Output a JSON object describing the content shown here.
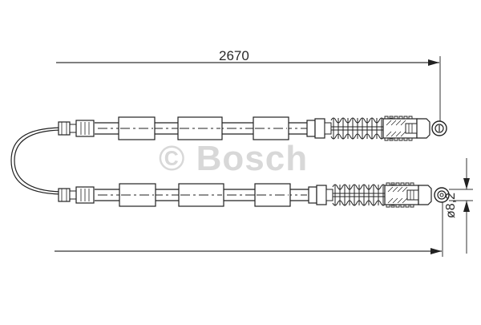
{
  "diagram": {
    "type": "technical-drawing",
    "subject": "brake cable assembly",
    "dimensions": {
      "length": "2670",
      "diameter": "ø8,2"
    },
    "watermark": "© Bosch",
    "colors": {
      "line": "#222222",
      "watermark": "#d8d8d8",
      "background": "#ffffff"
    }
  }
}
